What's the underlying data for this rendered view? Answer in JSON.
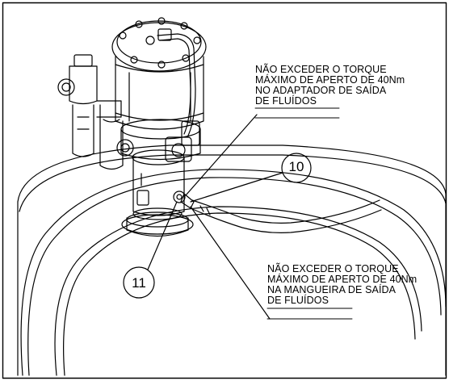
{
  "notes": {
    "top": [
      "NÃO EXCEDER O TORQUE",
      "MÁXIMO DE APERTO DE 40Nm",
      "NO ADAPTADOR DE SAÍDA",
      "DE FLUÍDOS"
    ],
    "bottom": [
      "NÃO EXCEDER O TORQUE",
      "MÁXIMO DE APERTO DE 40Nm",
      "NA MANGUEIRA DE SAÍDA",
      "DE FLUÍDOS"
    ]
  },
  "callouts": {
    "ten": "10",
    "eleven": "11"
  }
}
